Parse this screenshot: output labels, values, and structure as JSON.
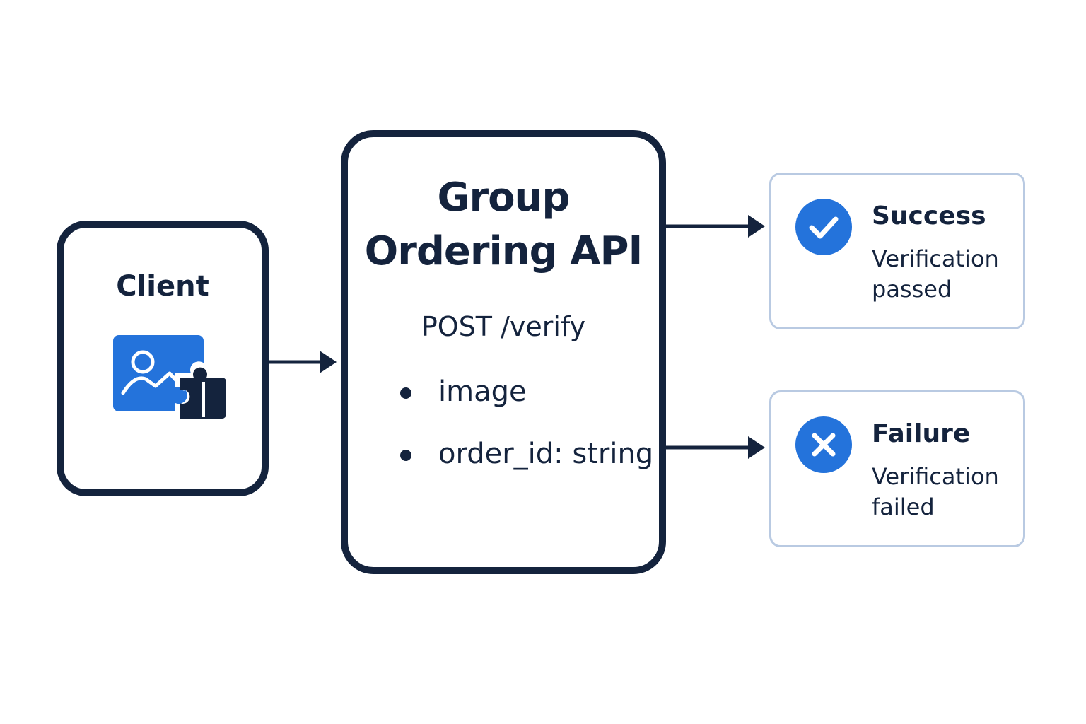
{
  "client": {
    "title": "Client",
    "icon": "image-puzzle-icon"
  },
  "api": {
    "title_line1": "Group",
    "title_line2": "Ordering API",
    "endpoint": "POST /verify",
    "params": [
      "image",
      "order_id: string"
    ]
  },
  "results": {
    "success": {
      "title": "Success",
      "description": "Verification passed",
      "icon": "check-circle-icon"
    },
    "failure": {
      "title": "Failure",
      "description": "Verification failed",
      "icon": "x-circle-icon"
    }
  },
  "colors": {
    "navy": "#14233d",
    "accent_blue": "#2473db",
    "card_border": "#b9cae2"
  }
}
